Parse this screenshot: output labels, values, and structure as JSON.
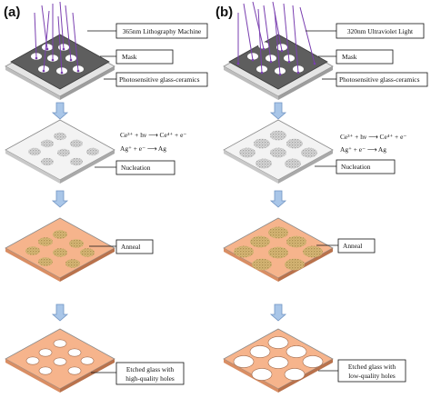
{
  "panels": [
    {
      "letter": "(a)",
      "labels": {
        "source": "365nm Lithography Machine",
        "mask": "Mask",
        "substrate": "Photosensitive glass-ceramics",
        "nucleation": "Nucleation",
        "anneal": "Anneal",
        "etched_line1": "Etched glass with",
        "etched_line2": "high-quality holes"
      },
      "equations": [
        "Ce³⁺ + hν ⟶ Ce⁴⁺ + e⁻",
        "Ag⁺ + e⁻ ⟶ Ag"
      ]
    },
    {
      "letter": "(b)",
      "labels": {
        "source": "320nm Ultraviolet Light",
        "mask": "Mask",
        "substrate": "Photosensitive glass-ceramics",
        "nucleation": "Nucleation",
        "anneal": "Anneal",
        "etched_line1": "Etched glass with",
        "etched_line2": "low-quality holes"
      },
      "equations": [
        "Ce³⁺ + hν ⟶ Ce⁴⁺ + e⁻",
        "Ag⁺ + e⁻ ⟶ Ag"
      ]
    }
  ],
  "colors": {
    "mask_dark": "#5e5e5e",
    "mask_light": "#e4e4e4",
    "glass_white": "#f3f3f3",
    "glass_orange": "#f6b48c",
    "plate_edge": "#8a8a8a",
    "beam": "#7a3fb0",
    "arrow_fill": "#a9c6e8",
    "arrow_stroke": "#6f93c2",
    "nuclei": "#9a9a9a",
    "crystals": "#b99a5a"
  }
}
